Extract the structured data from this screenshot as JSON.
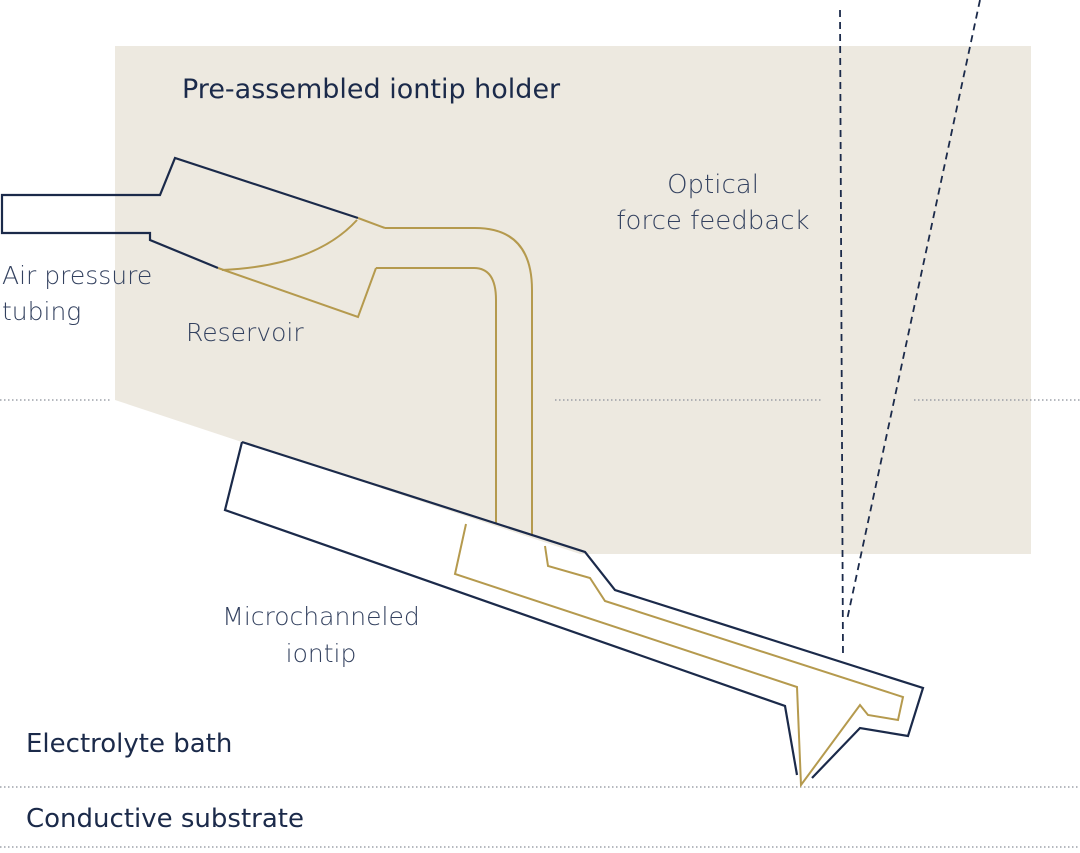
{
  "labels": {
    "holder": "Pre-assembled iontip holder",
    "optical_line1": "Optical",
    "optical_line2": "force feedback",
    "air_line1": "Air pressure",
    "air_line2": "tubing",
    "reservoir": "Reservoir",
    "iontip_line1": "Microchanneled",
    "iontip_line2": "iontip",
    "bath": "Electrolyte bath",
    "substrate": "Conductive substrate"
  },
  "colors": {
    "holder_fill": "#ede9e0",
    "outline": "#1b2a4a",
    "channel": "#b59a4e",
    "dotted": "#8a8f99",
    "dashed": "#1b2a4a",
    "text": "#1b2a4a"
  }
}
